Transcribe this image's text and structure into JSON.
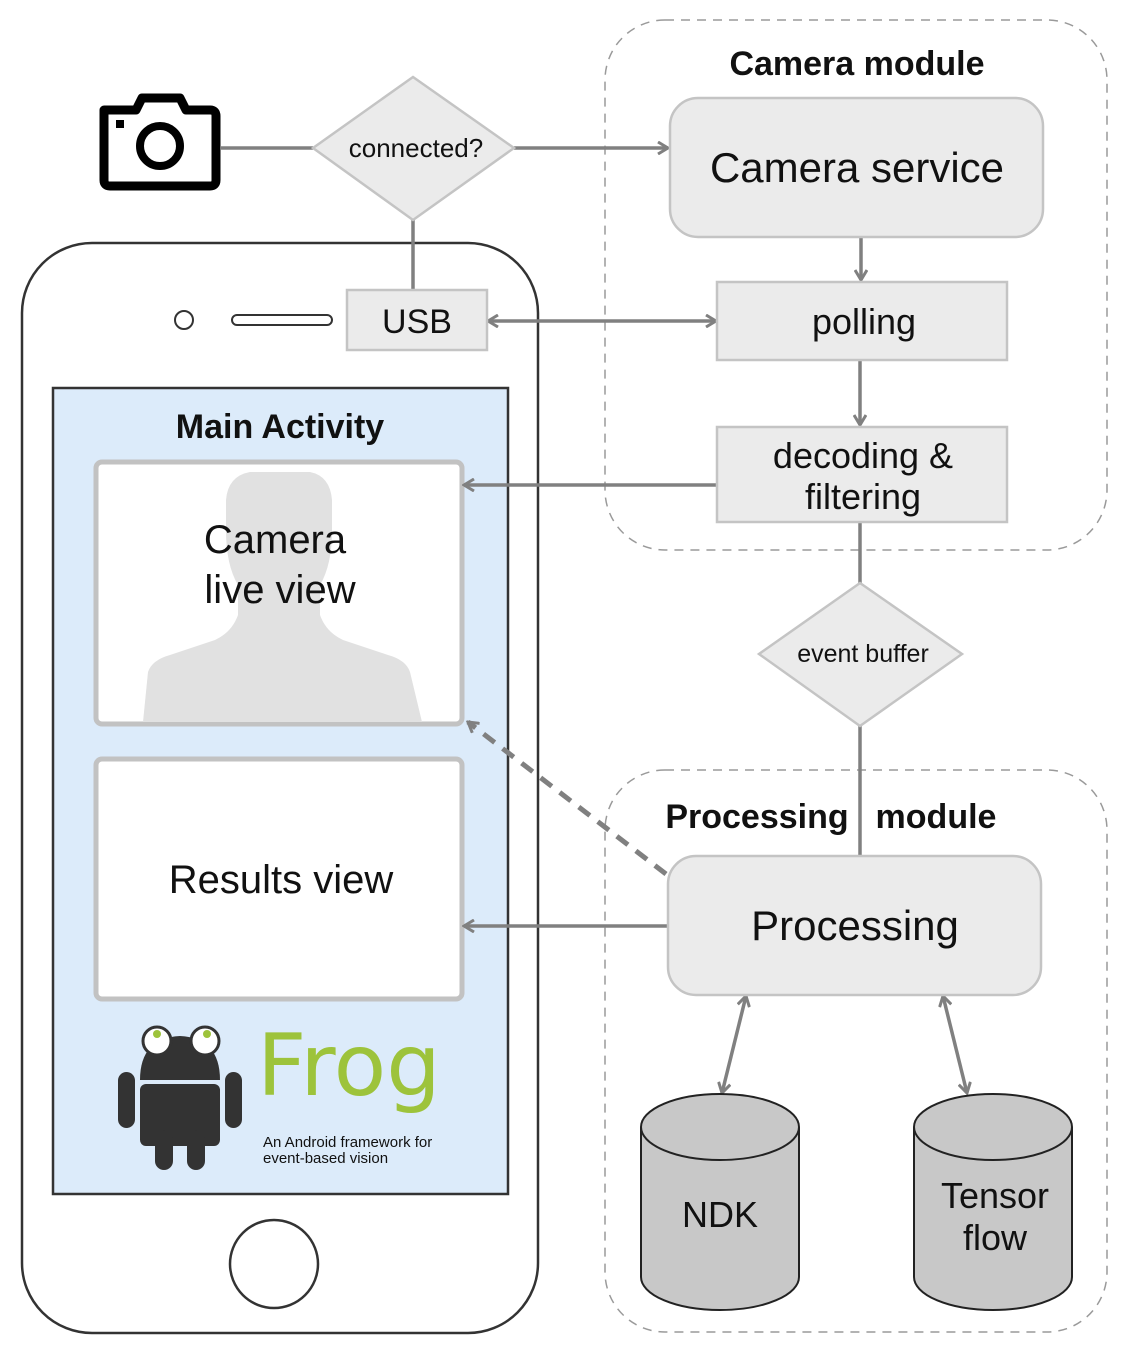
{
  "colors": {
    "box_fill": "#ebebeb",
    "box_stroke": "#c4c4c4",
    "arrow": "#808080",
    "phone_stroke": "#333333",
    "screen_fill": "#dcebfa",
    "cylinder_fill": "#c8c8c8",
    "frog_green": "#9dc33b",
    "android_body": "#333333"
  },
  "camera_device": {
    "icon": "camera-icon"
  },
  "decisions": {
    "connected": "connected?",
    "event_buffer": "event buffer"
  },
  "usb": {
    "label": "USB"
  },
  "camera_module": {
    "title": "Camera module",
    "camera_service": "Camera service",
    "polling": "polling",
    "decoding_line1": "decoding &",
    "decoding_line2": "filtering"
  },
  "processing_module": {
    "title_part1": "Processing",
    "title_part2": "module",
    "processing": "Processing",
    "ndk": "NDK",
    "tensorflow_line1": "Tensor",
    "tensorflow_line2": "flow"
  },
  "phone": {
    "main_activity_title": "Main Activity",
    "camera_live_view_line1": "Camera",
    "camera_live_view_line2": "live view",
    "results_view": "Results view",
    "logo": {
      "name": "Frog",
      "tagline_line1": "An Android framework for",
      "tagline_line2": "event-based vision"
    }
  }
}
